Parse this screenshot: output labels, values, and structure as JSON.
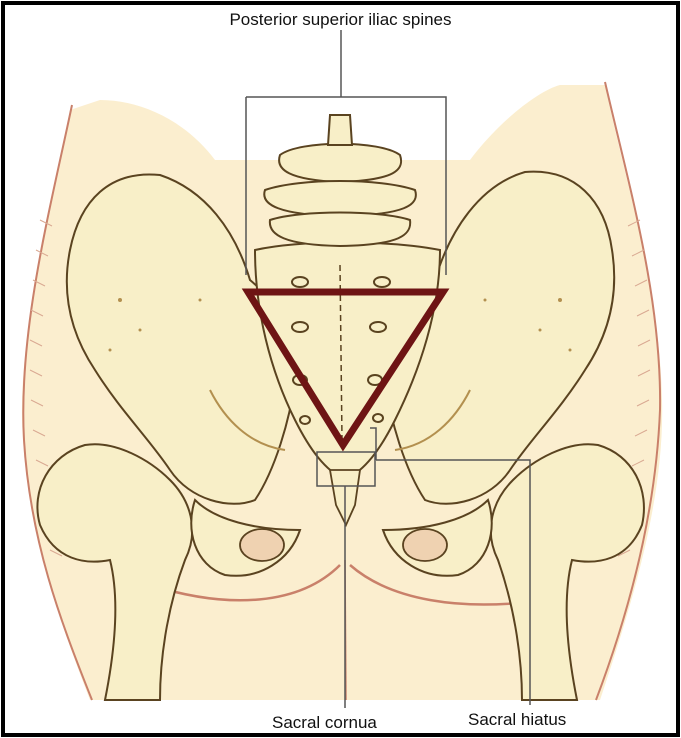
{
  "labels": {
    "posterior_superior_iliac_spines": "Posterior superior iliac spines",
    "sacral_cornua": "Sacral cornua",
    "sacral_hiatus": "Sacral hiatus"
  },
  "colors": {
    "skin": "#fbeecf",
    "skin_shade": "#f3e0b8",
    "bone": "#f8efc8",
    "bone_outline": "#5a4320",
    "bone_shade": "#b3904f",
    "body_outline": "#c9806a",
    "triangle": "#6e1414",
    "frame": "#000000",
    "leader_line": "#555555"
  }
}
